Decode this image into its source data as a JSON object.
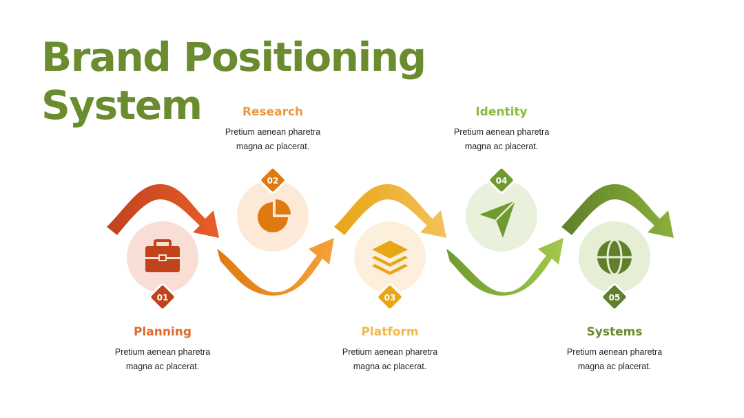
{
  "title": {
    "line1": "Brand Positioning",
    "line2": "System"
  },
  "colors": {
    "title": "#6a8c2f",
    "step1": "#c0431c",
    "step2": "#e07a10",
    "step3": "#e8a516",
    "step4": "#8bbb3c",
    "step5": "#5f7f2a"
  },
  "steps": [
    {
      "number": "01",
      "title": "Planning",
      "description_line1": "Pretium aenean pharetra",
      "description_line2": "magna ac placerat.",
      "icon": "briefcase-icon"
    },
    {
      "number": "02",
      "title": "Research",
      "description_line1": "Pretium aenean pharetra",
      "description_line2": "magna ac placerat.",
      "icon": "pie-chart-icon"
    },
    {
      "number": "03",
      "title": "Platform",
      "description_line1": "Pretium aenean pharetra",
      "description_line2": "magna ac placerat.",
      "icon": "layers-icon"
    },
    {
      "number": "04",
      "title": "Identity",
      "description_line1": "Pretium aenean pharetra",
      "description_line2": "magna ac placerat.",
      "icon": "send-icon"
    },
    {
      "number": "05",
      "title": "Systems",
      "description_line1": "Pretium aenean pharetra",
      "description_line2": "magna ac placerat.",
      "icon": "globe-icon"
    }
  ]
}
